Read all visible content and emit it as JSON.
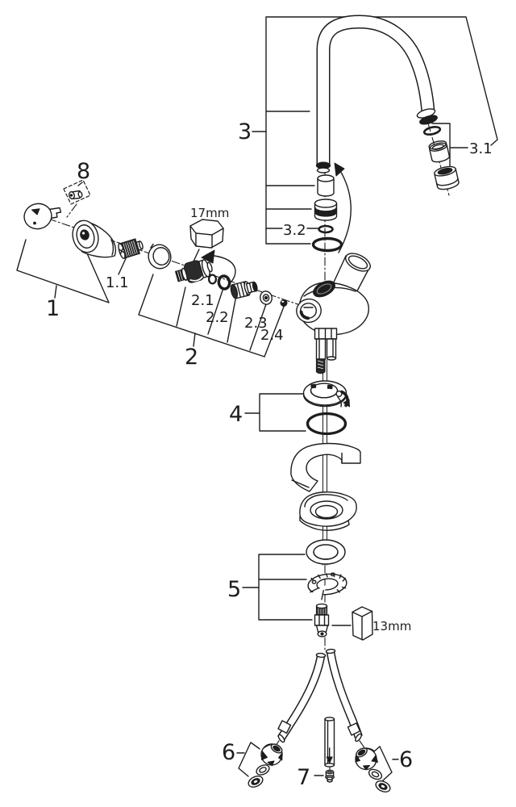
{
  "diagram": {
    "type": "exploded-parts-diagram",
    "subject": "two-handle single-hole faucet with swivel spout",
    "colors": {
      "line": "#1d1d1d",
      "background": "#ffffff"
    },
    "labels": {
      "group1": "1",
      "part1_1": "1.1",
      "group2": "2",
      "part2_1": "2.1",
      "part2_2": "2.2",
      "part2_3": "2.3",
      "part2_4": "2.4",
      "group3": "3",
      "part3_1": "3.1",
      "part3_2": "3.2",
      "group4": "4",
      "group5": "5",
      "group6_left": "6",
      "group6_right": "6",
      "part7": "7",
      "part8": "8"
    },
    "annotations": {
      "wrench_cartridge": "17mm",
      "wrench_mounting": "13mm"
    }
  }
}
